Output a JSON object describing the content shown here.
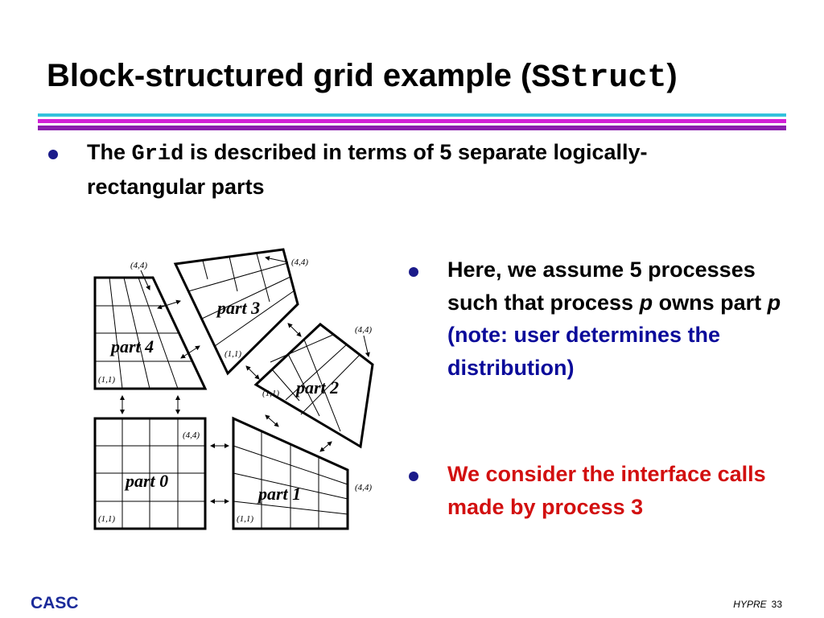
{
  "slide": {
    "title_prefix": "Block-structured grid example (",
    "title_code": "SStruct",
    "title_suffix": ")"
  },
  "colors": {
    "rule_top": "#34c2dd",
    "rule_mid": "#d21fd6",
    "rule_bottom": "#8a1dad",
    "bullet_dot": "#1b1b8a",
    "blue_text": "#0b0b9a",
    "red_text": "#d21010",
    "footer_brand": "#1b2b9a"
  },
  "bullet1": {
    "pre": "The ",
    "code": "Grid",
    "post": " is described in terms of 5 separate logically-rectangular parts"
  },
  "bullet2": {
    "line1": "Here, we assume 5 processes such that process ",
    "p1": "p",
    "mid": " owns part ",
    "p2": "p",
    "note": "(note: user determines the distribution)"
  },
  "bullet3": {
    "text": "We consider the interface calls made by process 3"
  },
  "diagram": {
    "parts": [
      "part 0",
      "part 1",
      "part 2",
      "part 3",
      "part 4"
    ],
    "corner_lower": "(1,1)",
    "corner_upper": "(4,4)"
  },
  "footer": {
    "brand": "CASC",
    "product": "HYPRE",
    "page": "33"
  }
}
